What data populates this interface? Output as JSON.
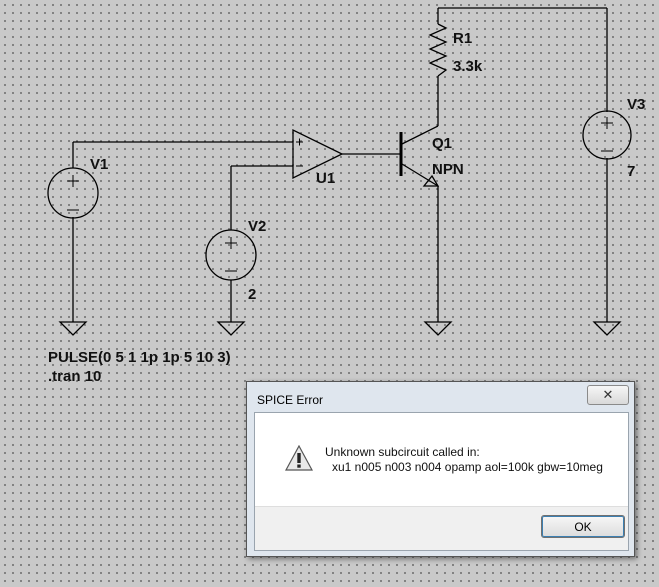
{
  "schematic": {
    "components": {
      "r1": {
        "name": "R1",
        "value": "3.3k"
      },
      "q1": {
        "name": "Q1",
        "value": "NPN"
      },
      "v1": {
        "name": "V1"
      },
      "v2": {
        "name": "V2",
        "value": "2"
      },
      "v3": {
        "name": "V3",
        "value": "7"
      },
      "u1": {
        "name": "U1"
      }
    },
    "directives": {
      "pulse": "PULSE(0 5 1 1p 1p 5 10 3)",
      "tran": ".tran 10"
    }
  },
  "dialog": {
    "title": "SPICE Error",
    "close_label": "✕",
    "message_line1": "Unknown subcircuit called in:",
    "message_line2": "xu1 n005 n003 n004 opamp aol=100k gbw=10meg",
    "ok_label": "OK"
  },
  "colors": {
    "wire": "#000000",
    "background": "#c9c9c9",
    "dialog_frame": "#dfe6ee"
  }
}
